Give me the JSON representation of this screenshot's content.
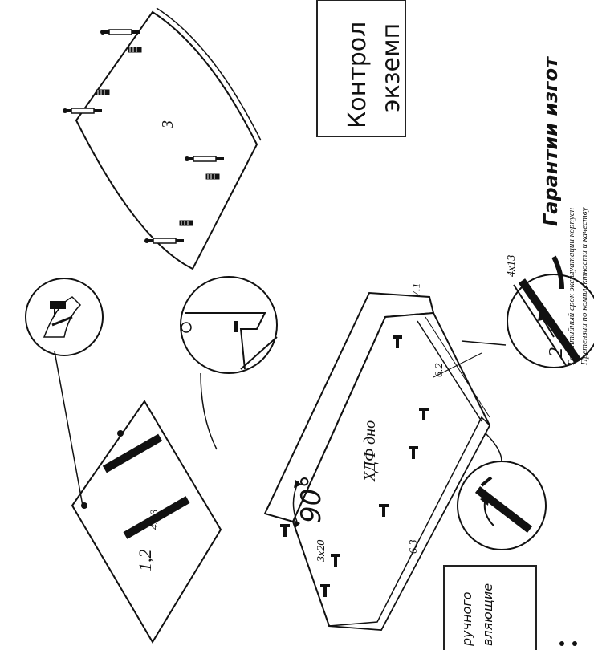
{
  "labels": {
    "panel_number": "3",
    "box_title_line1": "Контрол",
    "box_title_line2": "экземп",
    "guarantee_heading": "Гарантии изгот",
    "guarantee_line1": "Гарантийный срок эксплуатации корпусн",
    "guarantee_line2": "Претензии по комплектности и качеству",
    "screw_size_top": "4x13",
    "screw_size_lower_right": "4x13",
    "step_12": "1,2",
    "bottom_label": "ХДФ дно",
    "angle": "90°",
    "screw_size_3x20": "3x20",
    "label_63": "6.3",
    "label_71": "7.1",
    "label_62": "6.2",
    "arrow_number": "2",
    "bottom_box_line1": "ручного",
    "bottom_box_line2": "вляющие"
  }
}
